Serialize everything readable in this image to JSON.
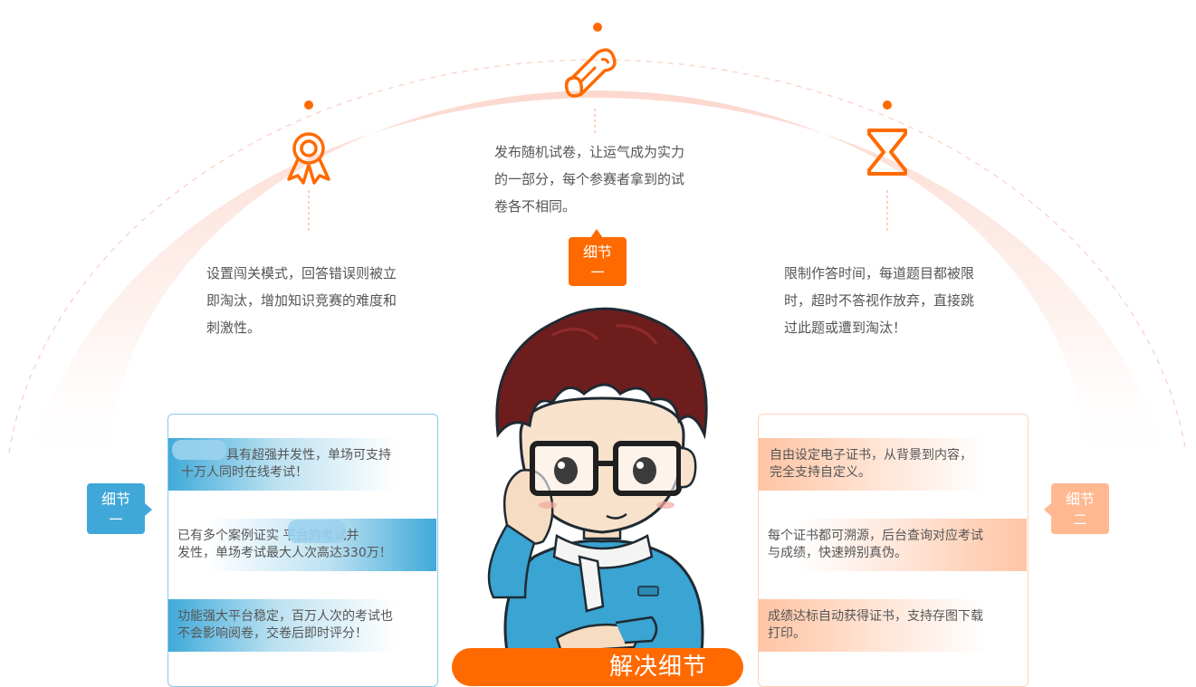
{
  "details_top": {
    "left": {
      "lines": [
        "设置闯关模式，回答错误则被立",
        "即淘汰，增加知识竞赛的难度和",
        "刺激性。"
      ],
      "icon": "award-ribbon-icon"
    },
    "center": {
      "lines": [
        "发布随机试卷，让运气成为实力",
        "的一部分，每个参赛者拿到的试",
        "卷各不相同。"
      ],
      "icon": "scroll-icon"
    },
    "right": {
      "lines": [
        "限制作答时间，每道题目都被限",
        "时，超时不答视作放弃，直接跳",
        "过此题或遭到淘汰！"
      ],
      "icon": "hourglass-icon"
    }
  },
  "badges": {
    "center": {
      "line1": "细节",
      "line2": "一"
    },
    "left": {
      "line1": "细节",
      "line2": "一"
    },
    "right": {
      "line1": "细节",
      "line2": "二"
    }
  },
  "left_panel": {
    "items": [
      {
        "line1": "具有超强并发性，单场可支持",
        "line2": "十万人同时在线考试！"
      },
      {
        "line1": "已有多个案例证实     平台的考试并",
        "line2": "发性，单场考试最大人次高达330万！"
      },
      {
        "line1": "功能强大平台稳定，百万人次的考试也",
        "line2": "不会影响阅卷，交卷后即时评分！"
      }
    ]
  },
  "right_panel": {
    "items": [
      {
        "line1": "自由设定电子证书，从背景到内容，",
        "line2": "完全支持自定义。"
      },
      {
        "line1": "每个证书都可溯源，后台查询对应考试",
        "line2": "与成绩，快速辨别真伪。"
      },
      {
        "line1": "成绩达标自动获得证书，支持存图下载",
        "line2": "打印。"
      }
    ]
  },
  "cta": {
    "label": "解决细节"
  },
  "colors": {
    "accent": "#ff6a00",
    "blue": "#3fa8d8",
    "peach": "#ffb890",
    "arc": "#fde3dc"
  }
}
